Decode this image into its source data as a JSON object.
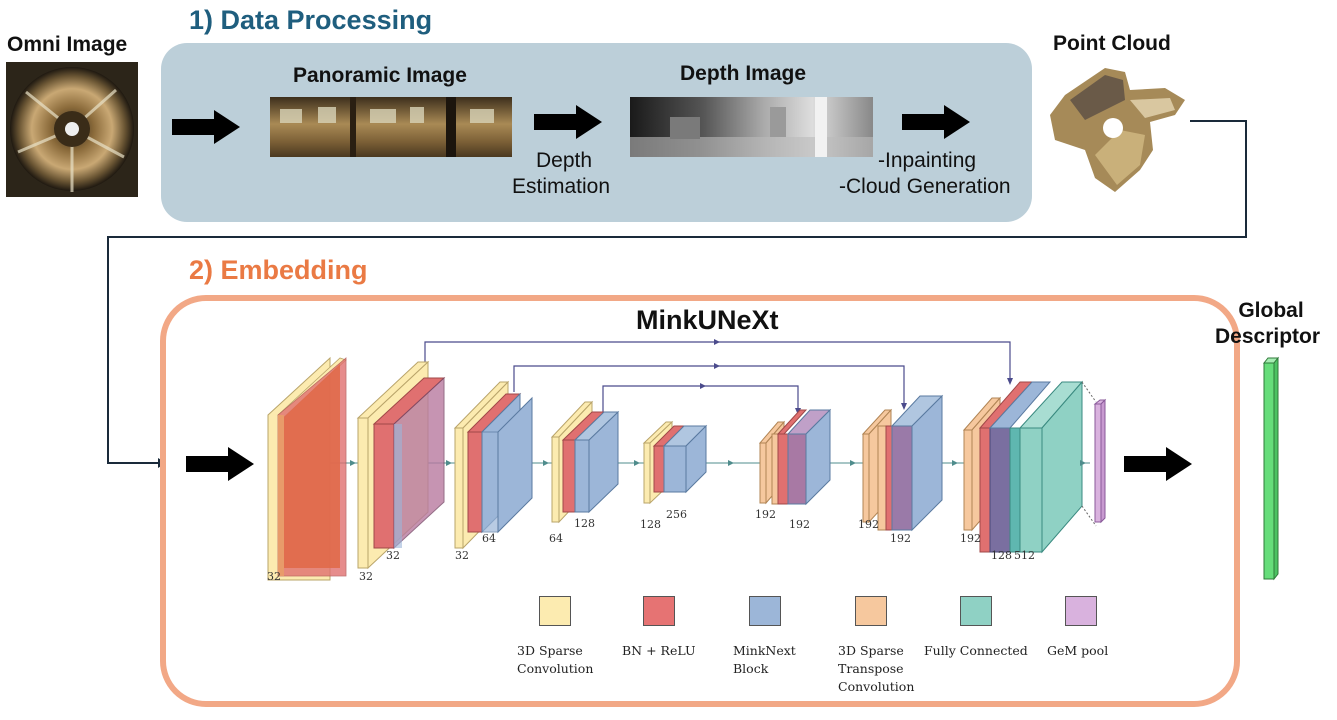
{
  "sections": {
    "data_processing_title": "1) Data Processing",
    "embedding_title": "2) Embedding",
    "network_title": "MinkUNeXt"
  },
  "inputs": {
    "omni_image": "Omni Image",
    "point_cloud": "Point Cloud",
    "global_descriptor_line1": "Global",
    "global_descriptor_line2": "Descriptor"
  },
  "stages": {
    "panoramic_image": "Panoramic Image",
    "depth_image": "Depth Image",
    "depth_estimation_line1": "Depth",
    "depth_estimation_line2": "Estimation",
    "inpainting": "-Inpainting",
    "cloud_generation": "-Cloud Generation"
  },
  "channels": {
    "c1": "32",
    "c2a": "32",
    "c2b": "32",
    "c3a": "32",
    "c3b": "64",
    "c4a": "64",
    "c4b": "128",
    "c5a": "128",
    "c5b": "256",
    "c6a": "192",
    "c6b": "192",
    "c7a": "192",
    "c7b": "192",
    "c8a": "192",
    "c8b": "128",
    "c8c": "512"
  },
  "legend": [
    {
      "line1": "3D Sparse",
      "line2": "Convolution",
      "line3": "",
      "color": "#fcebb0"
    },
    {
      "line1": "BN + ReLU",
      "line2": "",
      "line3": "",
      "color": "#e67373"
    },
    {
      "line1": "MinkNext",
      "line2": "Block",
      "line3": "",
      "color": "#9cb6d8"
    },
    {
      "line1": "3D Sparse",
      "line2": "Transpose",
      "line3": "Convolution",
      "color": "#f6c89e"
    },
    {
      "line1": "Fully Connected",
      "line2": "",
      "line3": "",
      "color": "#8fd1c4"
    },
    {
      "line1": "GeM pool",
      "line2": "",
      "line3": "",
      "color": "#d9b2de"
    }
  ],
  "colors": {
    "data_panel": "#bccfd9",
    "embed_border": "#f2a886",
    "title1": "#1f5e7e",
    "title2": "#ea7a44",
    "descriptor": "#66dd7a"
  }
}
